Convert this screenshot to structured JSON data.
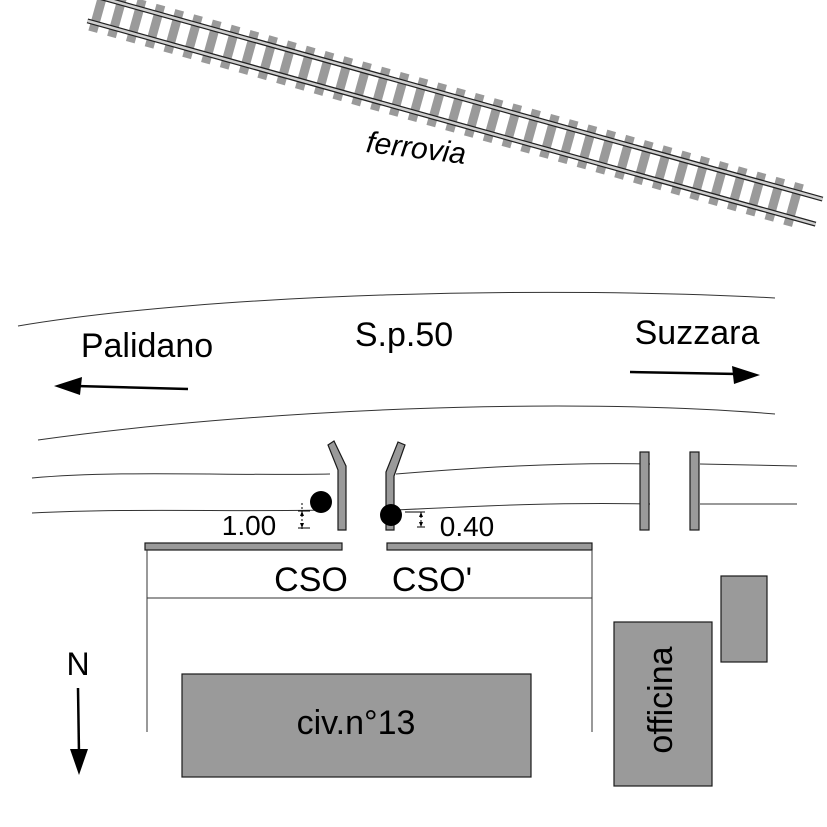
{
  "colors": {
    "fill_grey": "#9a9a9a",
    "rail": "#c8c8c8",
    "line": "#000000"
  },
  "labels": {
    "railway": "ferrovia",
    "road": "S.p.50",
    "west_direction": "Palidano",
    "east_direction": "Suzzara",
    "dimension_left": "1.00",
    "dimension_right": "0.40",
    "cso_left": "CSO",
    "cso_right": "CSO'",
    "building_main": "civ.n°13",
    "building_side": "officina",
    "north": "N"
  },
  "icons": {
    "north_arrow": "arrow-down-icon",
    "west_arrow": "arrow-left-icon",
    "east_arrow": "arrow-right-icon"
  }
}
